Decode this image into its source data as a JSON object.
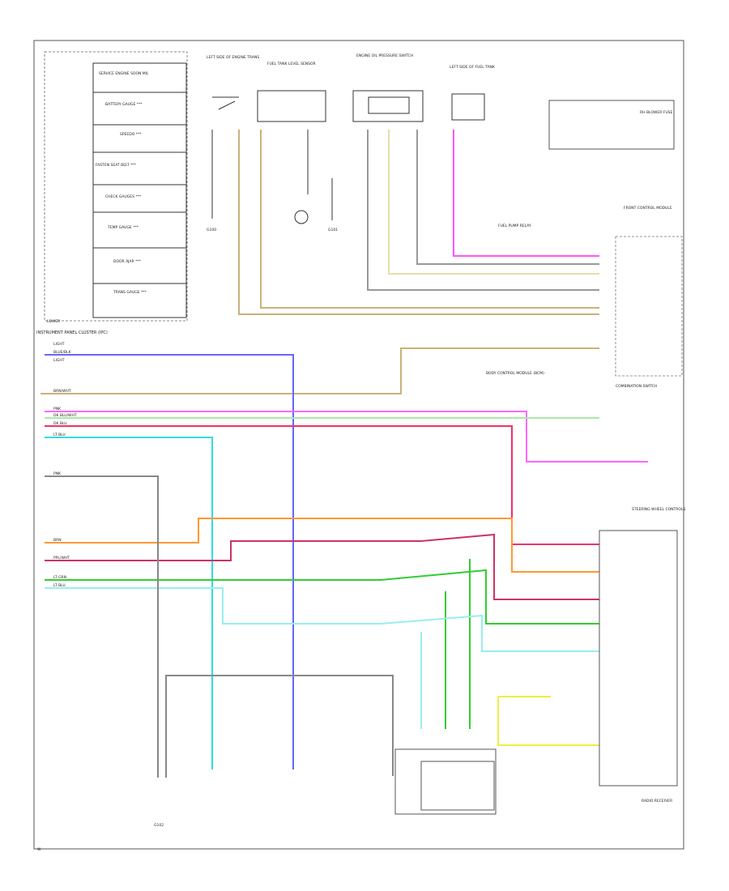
{
  "cluster": {
    "title": "INSTRUMENT PANEL CLUSTER (IPC)",
    "indicators": [
      "SERVICE ENGINE SOON MIL",
      "BATTERY GAUGE ***",
      "SPEEDO ***",
      "FASTEN SEAT BELT ***",
      "CHECK GAUGES ***",
      "TEMP GAUGE ***",
      "DOOR AJAR ***",
      "TRANS GAUGE ***"
    ],
    "corner_label": "LOWER",
    "pin_labels": [
      "LIGHT",
      "BLUE/BLK",
      "LIGHT",
      "BRN/WHT",
      "PNK",
      "DK BLU/WHT",
      "DK BLU",
      "LT BLU",
      "PNK",
      "BRN",
      "PPL/WHT",
      "LT GRN",
      "LT BLU"
    ]
  },
  "top_components": [
    "LEFT SIDE OF ENGINE TRANS",
    "FUEL TANK LEVEL SENSOR",
    "ENGINE OIL PRESSURE SWITCH",
    "LEFT SIDE OF FUEL TANK"
  ],
  "right_components": {
    "fuse": "RH BLOWER FUSE",
    "relay_label": "FUEL PUMP RELAY",
    "module_label": "FRONT CONTROL MODULE",
    "body_module": "BODY CONTROL MODULE (BCM)",
    "combo_switch": "COMBINATION SWITCH",
    "radio_receiver": "RADIO RECEIVER",
    "steering_controls": "STEERING WHEEL CONTROLS"
  },
  "ground_labels": [
    "G100",
    "G101",
    "G102"
  ]
}
